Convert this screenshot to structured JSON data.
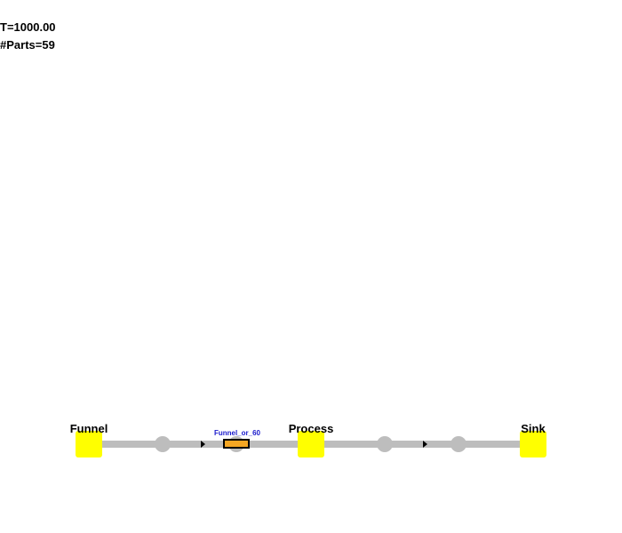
{
  "stats": {
    "time": "T=1000.00",
    "parts": "#Parts=59"
  },
  "nodes": [
    {
      "label": "Funnel"
    },
    {
      "label": "Process"
    },
    {
      "label": "Sink"
    }
  ],
  "part": {
    "label": "Funnel_or_60"
  },
  "colors": {
    "node_fill": "#ffff00",
    "conveyor": "#bdbdbd",
    "part_fill": "#f5a623",
    "part_stroke": "#000000",
    "part_label": "#1a1acc"
  }
}
